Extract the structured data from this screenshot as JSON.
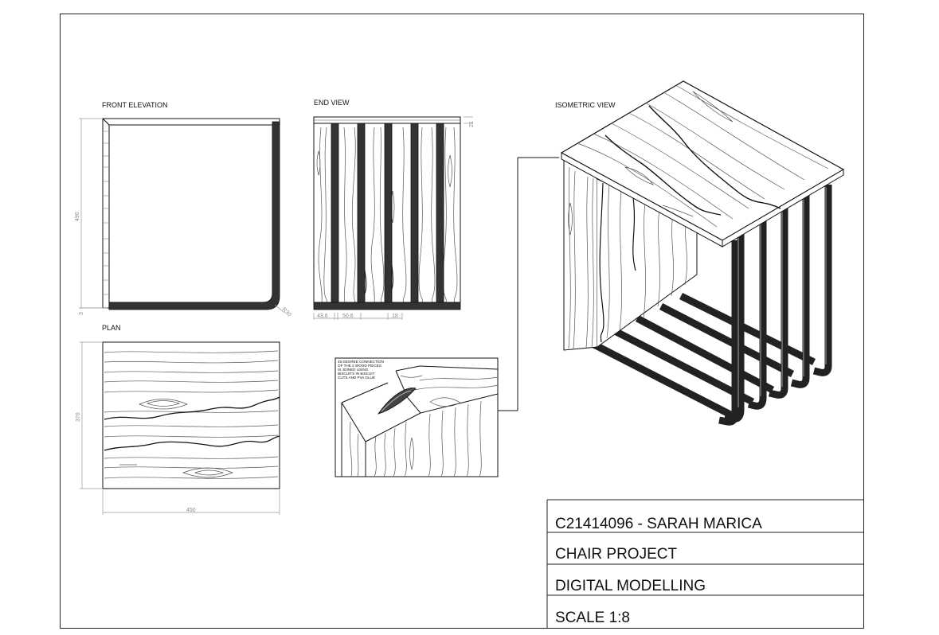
{
  "drawing": {
    "views": {
      "front_elevation": "FRONT ELEVATION",
      "end_view": "END VIEW",
      "plan": "PLAN",
      "isometric_view": "ISOMETRIC VIEW"
    },
    "dimensions": {
      "height": "490",
      "thickness": "3",
      "radius": "R30",
      "top_thickness": "21",
      "end_gap_1": "43,6",
      "end_gap_2": "50,6",
      "bar_width": "18",
      "depth": "370",
      "width": "450"
    },
    "detail_note": [
      "45 DEGREE CONNECTION",
      "OF THE 2 WOOD PIECES",
      "IS JOINED USING",
      "BISCUITS IN BISCUIT",
      "CUTS AND PVA GLUE"
    ],
    "title_block": {
      "author": "C21414096 - SARAH MARICA",
      "project": "CHAIR PROJECT",
      "course": "DIGITAL MODELLING",
      "scale": "SCALE 1:8"
    }
  }
}
